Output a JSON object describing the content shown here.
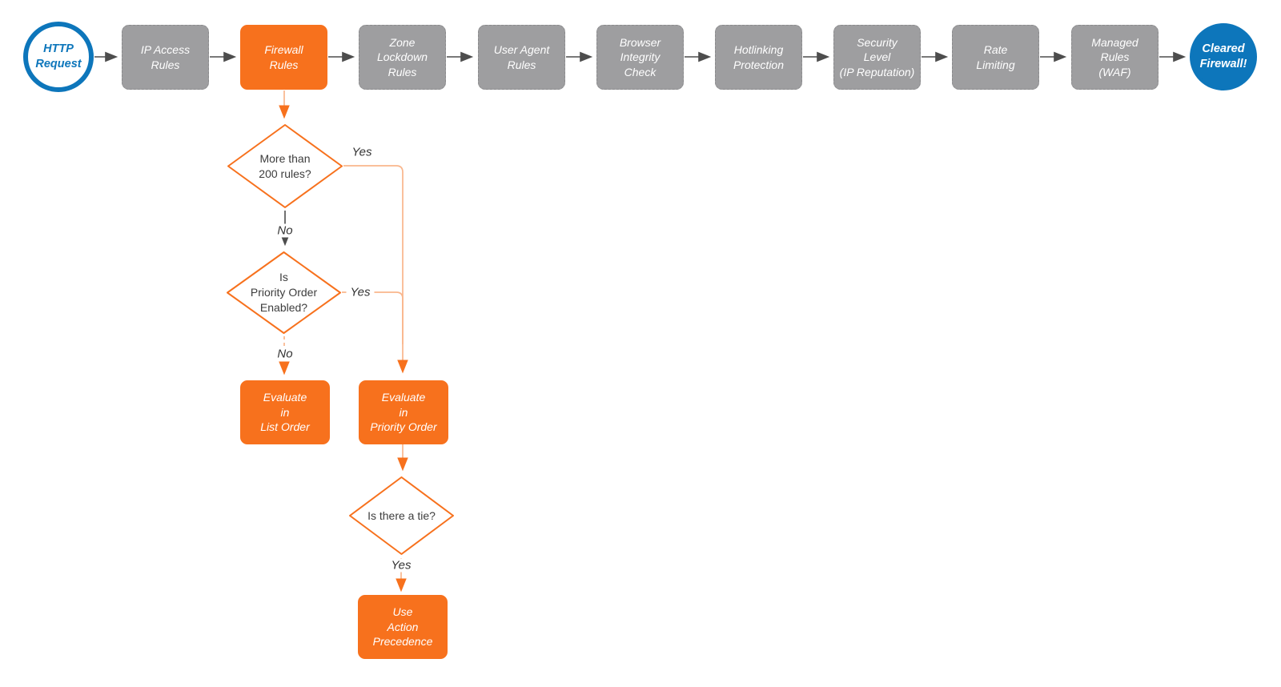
{
  "diagram": {
    "type": "flowchart",
    "colors": {
      "orange": "#f7711d",
      "orange_connector": "#f9b68c",
      "blue": "#0d76bb",
      "gray_node": "#9e9ea0",
      "gray_connector": "#4d4d4d",
      "text_dark": "#3d3d3d",
      "background": "#ffffff"
    },
    "nodes": {
      "start": {
        "label": "HTTP\nRequest"
      },
      "ip_access": {
        "label": "IP Access\nRules"
      },
      "firewall": {
        "label": "Firewall\nRules"
      },
      "zone_lockdown": {
        "label": "Zone\nLockdown\nRules"
      },
      "user_agent": {
        "label": "User Agent\nRules"
      },
      "browser_integrity": {
        "label": "Browser\nIntegrity\nCheck"
      },
      "hotlinking": {
        "label": "Hotlinking\nProtection"
      },
      "security_level": {
        "label": "Security\nLevel\n(IP Reputation)"
      },
      "rate_limiting": {
        "label": "Rate\nLimiting"
      },
      "managed_rules": {
        "label": "Managed\nRules\n(WAF)"
      },
      "end": {
        "label": "Cleared\nFirewall!"
      },
      "d_more_rules": {
        "label": "More than\n200 rules?"
      },
      "d_priority": {
        "label": "Is\nPriority Order\nEnabled?"
      },
      "d_tie": {
        "label": "Is there a tie?"
      },
      "evaluate_list": {
        "label": "Evaluate\nin\nList Order"
      },
      "evaluate_priority": {
        "label": "Evaluate\nin\nPriority Order"
      },
      "action_precedence": {
        "label": "Use\nAction\nPrecedence"
      }
    },
    "edge_labels": {
      "more_rules_yes": "Yes",
      "more_rules_no": "No",
      "priority_yes": "Yes",
      "priority_no": "No",
      "tie_yes": "Yes"
    }
  }
}
